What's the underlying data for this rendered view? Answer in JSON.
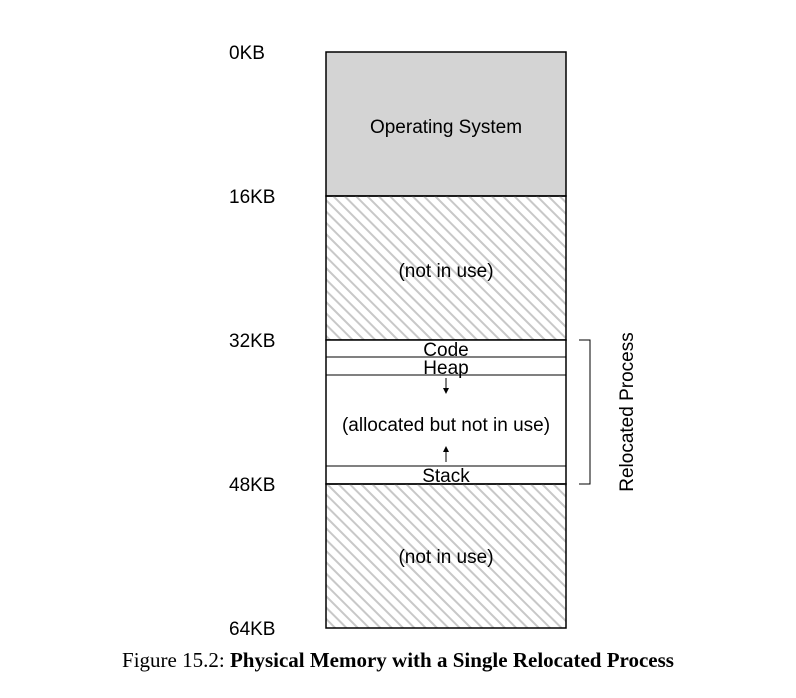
{
  "address_labels": [
    "0KB",
    "16KB",
    "32KB",
    "48KB",
    "64KB"
  ],
  "regions": {
    "os": "Operating System",
    "free_top": "(not in use)",
    "code": "Code",
    "heap": "Heap",
    "middle": "(allocated but not in use)",
    "stack": "Stack",
    "free_bottom": "(not in use)"
  },
  "bracket_label": "Relocated Process",
  "colors": {
    "os_fill": "#d4d4d4",
    "hatch_stroke": "#c8c8c8",
    "outline": "#000000"
  },
  "caption": {
    "prefix": "Figure 15.2: ",
    "title": "Physical Memory with a Single Relocated Process"
  }
}
